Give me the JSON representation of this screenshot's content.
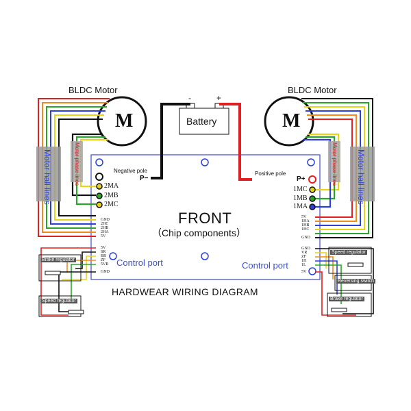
{
  "motors": {
    "left_title": "BLDC Motor",
    "right_title": "BLDC Motor",
    "symbol": "M"
  },
  "battery": {
    "label": "Battery",
    "minus": "-",
    "plus": "+"
  },
  "board": {
    "title": "FRONT",
    "subtitle": "（Chip components）",
    "negative_pole": "Negative pole",
    "positive_pole": "Positive pole",
    "p_minus": "P−",
    "p_plus": "P+",
    "left_motor_pins": [
      "2MA",
      "2MB",
      "2MC"
    ],
    "right_motor_pins": [
      "1MC",
      "1MB",
      "1MA"
    ],
    "left_hall_pins": [
      "GND",
      "2HC",
      "2HB",
      "2HA",
      "5V"
    ],
    "right_hall_pins": [
      "5V",
      "1HA",
      "1HB",
      "1HC",
      "GND"
    ],
    "left_control_pins": [
      "5V",
      "SR",
      "BR",
      "ZF",
      "5VR",
      "GND"
    ],
    "right_control_pins": [
      "GND",
      "VR",
      "ZF",
      "1H",
      "1L",
      "5V"
    ],
    "control_port_left": "Control port",
    "control_port_right": "Control port"
  },
  "labels": {
    "diagram_title": "HARDWEAR WIRING DIAGRAM",
    "hall_lines": "Motor hall lines",
    "phase_lines": "Motor phase lines",
    "left_brake": "Brake regulator",
    "left_speed": "Speed regulator",
    "right_speed": "Speed regulator",
    "right_reversing": "Reversing switch",
    "right_brake": "Brake regulator"
  },
  "colors": {
    "board_border": "#3b47c4",
    "wire_red": "#e02020",
    "wire_orange": "#f08a1a",
    "wire_green": "#2aa52a",
    "wire_blue": "#2c3fd8",
    "wire_yellow": "#e6d21a",
    "wire_black": "#111111",
    "sleeve_gray": "#9a9a9a",
    "hall_text": "#2f3fd6",
    "phase_text": "#d21f1f"
  }
}
